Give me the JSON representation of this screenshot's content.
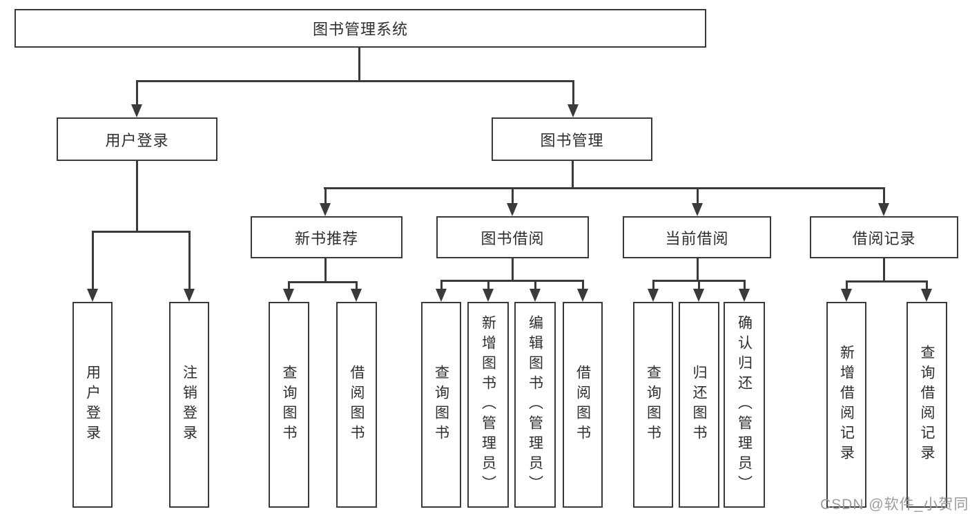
{
  "title": "图书管理系统",
  "tree": {
    "root": {
      "label": "图书管理系统"
    },
    "children": [
      {
        "label": "用户登录",
        "children": [
          {
            "label": "用户登录"
          },
          {
            "label": "注销登录"
          }
        ]
      },
      {
        "label": "图书管理",
        "children": [
          {
            "label": "新书推荐",
            "children": [
              {
                "label": "查询图书"
              },
              {
                "label": "借阅图书"
              }
            ]
          },
          {
            "label": "图书借阅",
            "children": [
              {
                "label": "查询图书"
              },
              {
                "label": "新增图书（管理员）"
              },
              {
                "label": "编辑图书（管理员）"
              },
              {
                "label": "借阅图书"
              }
            ]
          },
          {
            "label": "当前借阅",
            "children": [
              {
                "label": "查询图书"
              },
              {
                "label": "归还图书"
              },
              {
                "label": "确认归还（管理员）"
              }
            ]
          },
          {
            "label": "借阅记录",
            "children": [
              {
                "label": "新增借阅记录"
              },
              {
                "label": "查询借阅记录"
              }
            ]
          }
        ]
      }
    ]
  },
  "watermark": {
    "text": "CSDN @软件_小贺同学",
    "color": "#9c9c9c"
  },
  "colors": {
    "line": "#3a3a3a",
    "text": "#2e2e2e",
    "background": "#ffffff"
  }
}
